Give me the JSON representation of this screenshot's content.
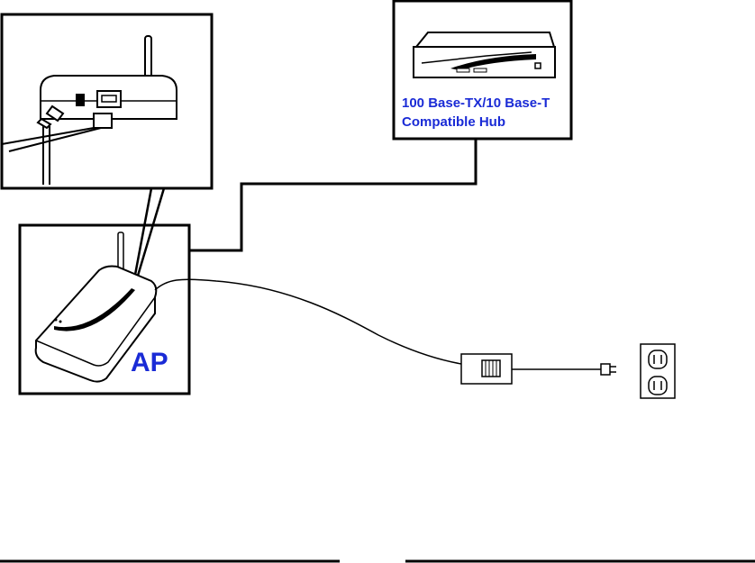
{
  "hub": {
    "label_line1": "100 Base-TX/10 Base-T",
    "label_line2": "Compatible Hub"
  },
  "ap": {
    "label": "AP"
  },
  "colors": {
    "label_blue": "#1a2bd6",
    "line": "#000000",
    "background": "#ffffff"
  },
  "icons": [
    "access-point-device",
    "hub-device",
    "power-adapter",
    "wall-outlet",
    "antenna",
    "dc-plug",
    "rj45-cable"
  ]
}
